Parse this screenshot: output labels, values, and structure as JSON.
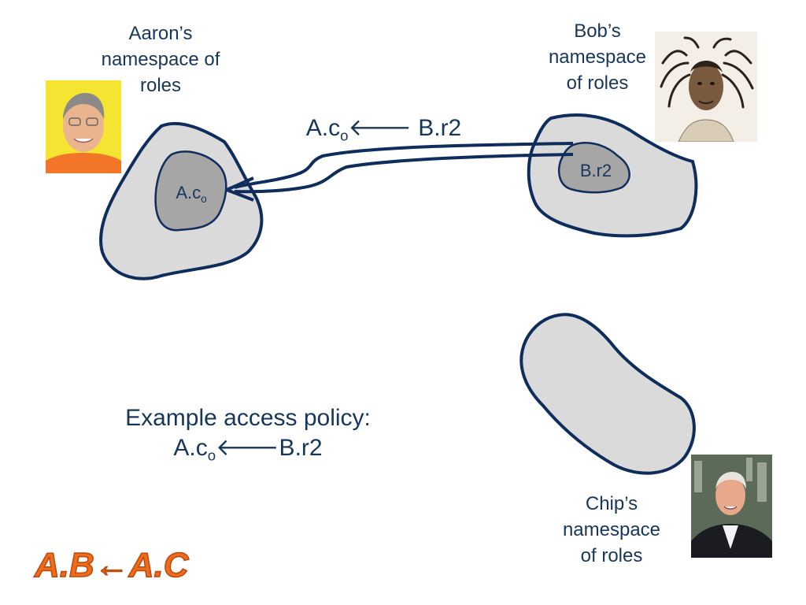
{
  "namespaces": {
    "aaron": {
      "line1": "Aaron’s",
      "line2": "namespace of",
      "line3": "roles"
    },
    "bob": {
      "line1": "Bob’s",
      "line2": "namespace",
      "line3": "of roles"
    },
    "chip": {
      "line1": "Chip’s",
      "line2": "namespace",
      "line3": "of roles"
    }
  },
  "roles": {
    "aaron_role": {
      "base": "A.c",
      "sub": "o"
    },
    "bob_role": "B.r2"
  },
  "arrow_label": {
    "base": "A.c",
    "sub": "o",
    "rest": "🡐 B.r2"
  },
  "policy": {
    "line1": "Example access policy:",
    "base": "A.c",
    "sub": "o",
    "rest": "🡐B.r2"
  },
  "logo": "A.B←A.C",
  "colors": {
    "outline": "#0f2d5c",
    "blob_fill": "#dadada",
    "role_fill": "#a6a6a6",
    "text": "#17365d",
    "logo": "#f06a1b"
  }
}
